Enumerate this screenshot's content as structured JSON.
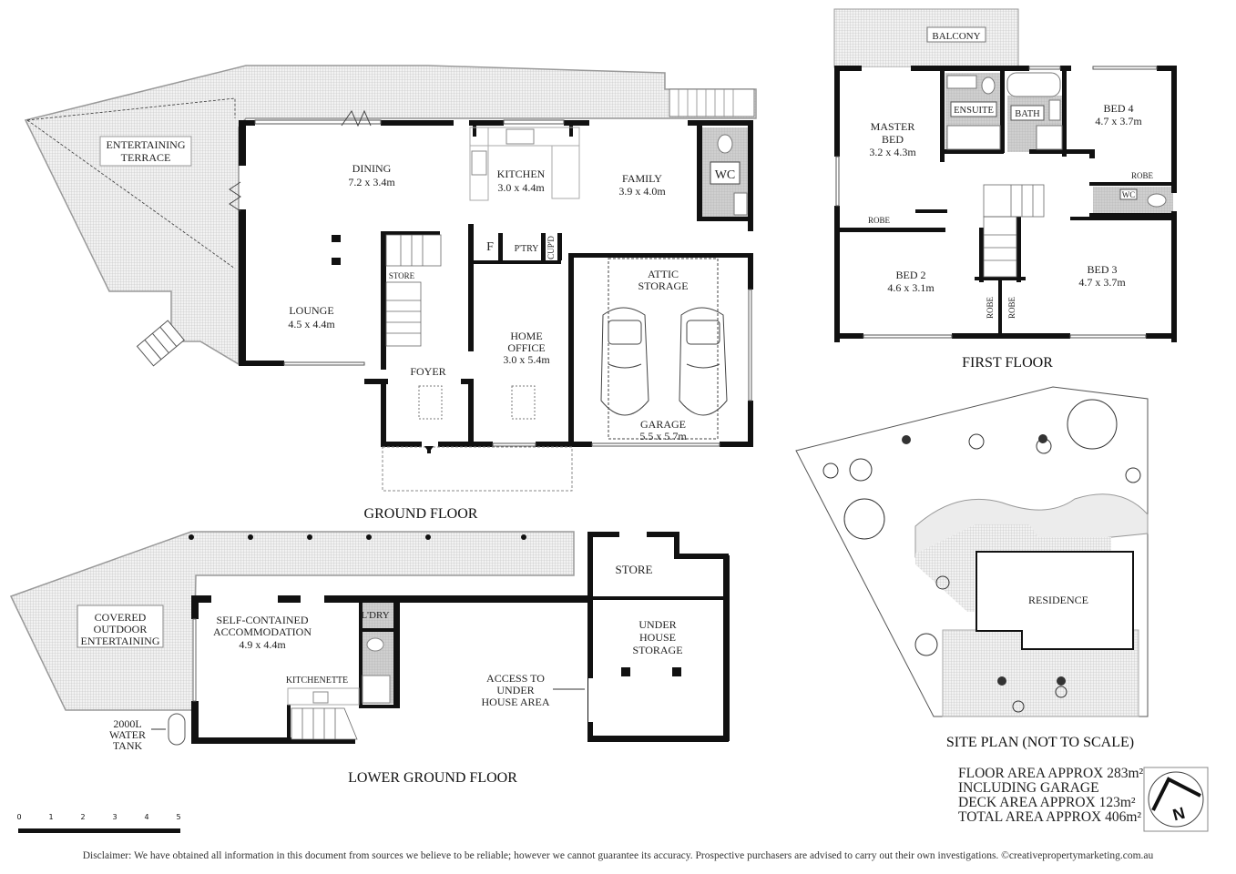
{
  "floors": {
    "ground": {
      "title": "GROUND FLOOR",
      "rooms": {
        "terrace": [
          "ENTERTAINING",
          "TERRACE"
        ],
        "dining": [
          "DINING",
          "7.2 x 3.4m"
        ],
        "kitchen": [
          "KITCHEN",
          "3.0 x 4.4m"
        ],
        "family": [
          "FAMILY",
          "3.9 x 4.0m"
        ],
        "wc": "WC",
        "lounge": [
          "LOUNGE",
          "4.5 x 4.4m"
        ],
        "store": "STORE",
        "fridge": "F",
        "pantry": "P'TRY",
        "cupboard": "CUP'D",
        "attic": [
          "ATTIC",
          "STORAGE"
        ],
        "foyer": "FOYER",
        "home_office": [
          "HOME",
          "OFFICE",
          "3.0 x 5.4m"
        ],
        "garage": [
          "GARAGE",
          "5.5 x 5.7m"
        ]
      }
    },
    "first": {
      "title": "FIRST FLOOR",
      "rooms": {
        "balcony": "BALCONY",
        "master": [
          "MASTER",
          "BED",
          "3.2 x 4.3m"
        ],
        "ensuite": "ENSUITE",
        "bath": "BATH",
        "bed4": [
          "BED 4",
          "4.7 x 3.7m"
        ],
        "robe": "ROBE",
        "wc": "WC",
        "bed2": [
          "BED 2",
          "4.6 x 3.1m"
        ],
        "bed3": [
          "BED 3",
          "4.7 x 3.7m"
        ]
      }
    },
    "lower": {
      "title": "LOWER GROUND FLOOR",
      "rooms": {
        "covered": [
          "COVERED",
          "OUTDOOR",
          "ENTERTAINING"
        ],
        "accommodation": [
          "SELF-CONTAINED",
          "ACCOMMODATION",
          "4.9 x 4.4m"
        ],
        "laundry": "L'DRY",
        "kitchenette": "KITCHENETTE",
        "tank": [
          "2000L",
          "WATER",
          "TANK"
        ],
        "access": [
          "ACCESS TO",
          "UNDER",
          "HOUSE AREA"
        ],
        "store": "STORE",
        "under_house": [
          "UNDER",
          "HOUSE",
          "STORAGE"
        ]
      }
    }
  },
  "site_plan": {
    "title": "SITE PLAN (NOT TO SCALE)",
    "residence": "RESIDENCE"
  },
  "areas": [
    "FLOOR AREA APPROX 283m²",
    "INCLUDING GARAGE",
    "DECK AREA APPROX 123m²",
    "TOTAL AREA APPROX 406m²"
  ],
  "compass": {
    "label": "N"
  },
  "scale_bar": {
    "ticks": [
      "0",
      "1",
      "2",
      "3",
      "4",
      "5"
    ]
  },
  "disclaimer": "Disclaimer: We have obtained all information in this document from sources we believe to be reliable; however we cannot guarantee its accuracy. Prospective purchasers are advised to carry out their own investigations. ©creativepropertymarketing.com.au"
}
